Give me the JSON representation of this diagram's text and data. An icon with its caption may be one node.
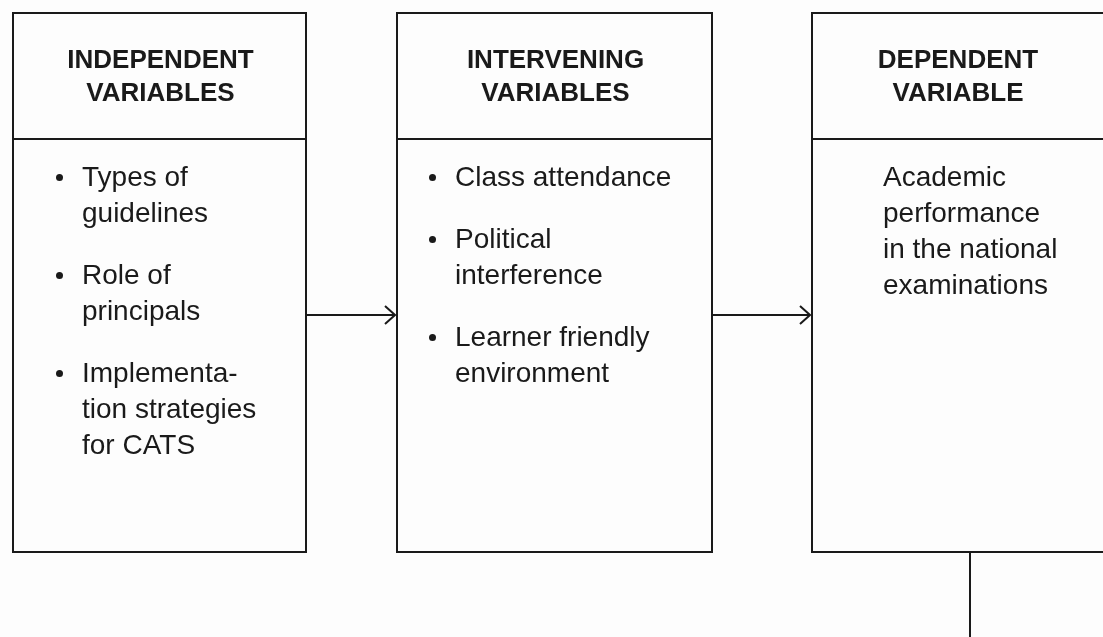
{
  "diagram": {
    "nodes": [
      {
        "text": [
          "INDEPENDENT VARIABLES",
          "Types of guidelines",
          "Role of principals",
          "Implementa- tion strategies for CATS"
        ]
      },
      {
        "text": [
          "INTERVENING VARIABLES",
          "Class attendance",
          "Political interference",
          "Learner friendly environment"
        ]
      },
      {
        "text": [
          "DEPENDENT VARIABLE",
          "Academic performance in the national examinations"
        ]
      }
    ],
    "edges": [
      {
        "from": 0,
        "to": 1,
        "arrow": "to"
      },
      {
        "from": 1,
        "to": 2,
        "arrow": "to"
      },
      {
        "from": 2,
        "to": null,
        "arrow": "none"
      }
    ]
  }
}
